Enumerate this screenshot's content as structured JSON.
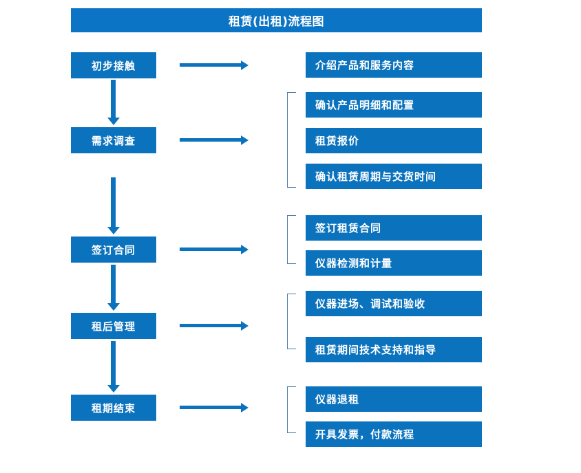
{
  "diagram": {
    "title": "租赁(出租)流程图",
    "colors": {
      "banner": "#0b74c4",
      "box_fill": "#0b72bd",
      "box_text": "#ffffff",
      "arrow": "#0b72bd",
      "bracket": "#4b78b0",
      "background": "#ffffff"
    },
    "stages": [
      {
        "label": "初步接触"
      },
      {
        "label": "需求调查"
      },
      {
        "label": "签订合同"
      },
      {
        "label": "租后管理"
      },
      {
        "label": "租期结束"
      }
    ],
    "details": [
      {
        "label": "介绍产品和服务内容"
      },
      {
        "label": "确认产品明细和配置"
      },
      {
        "label": "租赁报价"
      },
      {
        "label": "确认租赁周期与交货时间"
      },
      {
        "label": "签订租赁合同"
      },
      {
        "label": "仪器检测和计量"
      },
      {
        "label": "仪器进场、调试和验收"
      },
      {
        "label": "租赁期间技术支持和指导"
      },
      {
        "label": "仪器退租"
      },
      {
        "label": "开具发票，付款流程"
      }
    ],
    "flow_arrows": {
      "horizontal_count": 5,
      "vertical_count": 4
    },
    "brackets": [
      {
        "groups": "确认产品明细和配置 / 租赁报价 / 确认租赁周期与交货时间"
      },
      {
        "groups": "签订租赁合同 / 仪器检测和计量"
      },
      {
        "groups": "仪器进场、调试和验收 / 租赁期间技术支持和指导"
      },
      {
        "groups": "仪器退租 / 开具发票，付款流程"
      }
    ]
  }
}
